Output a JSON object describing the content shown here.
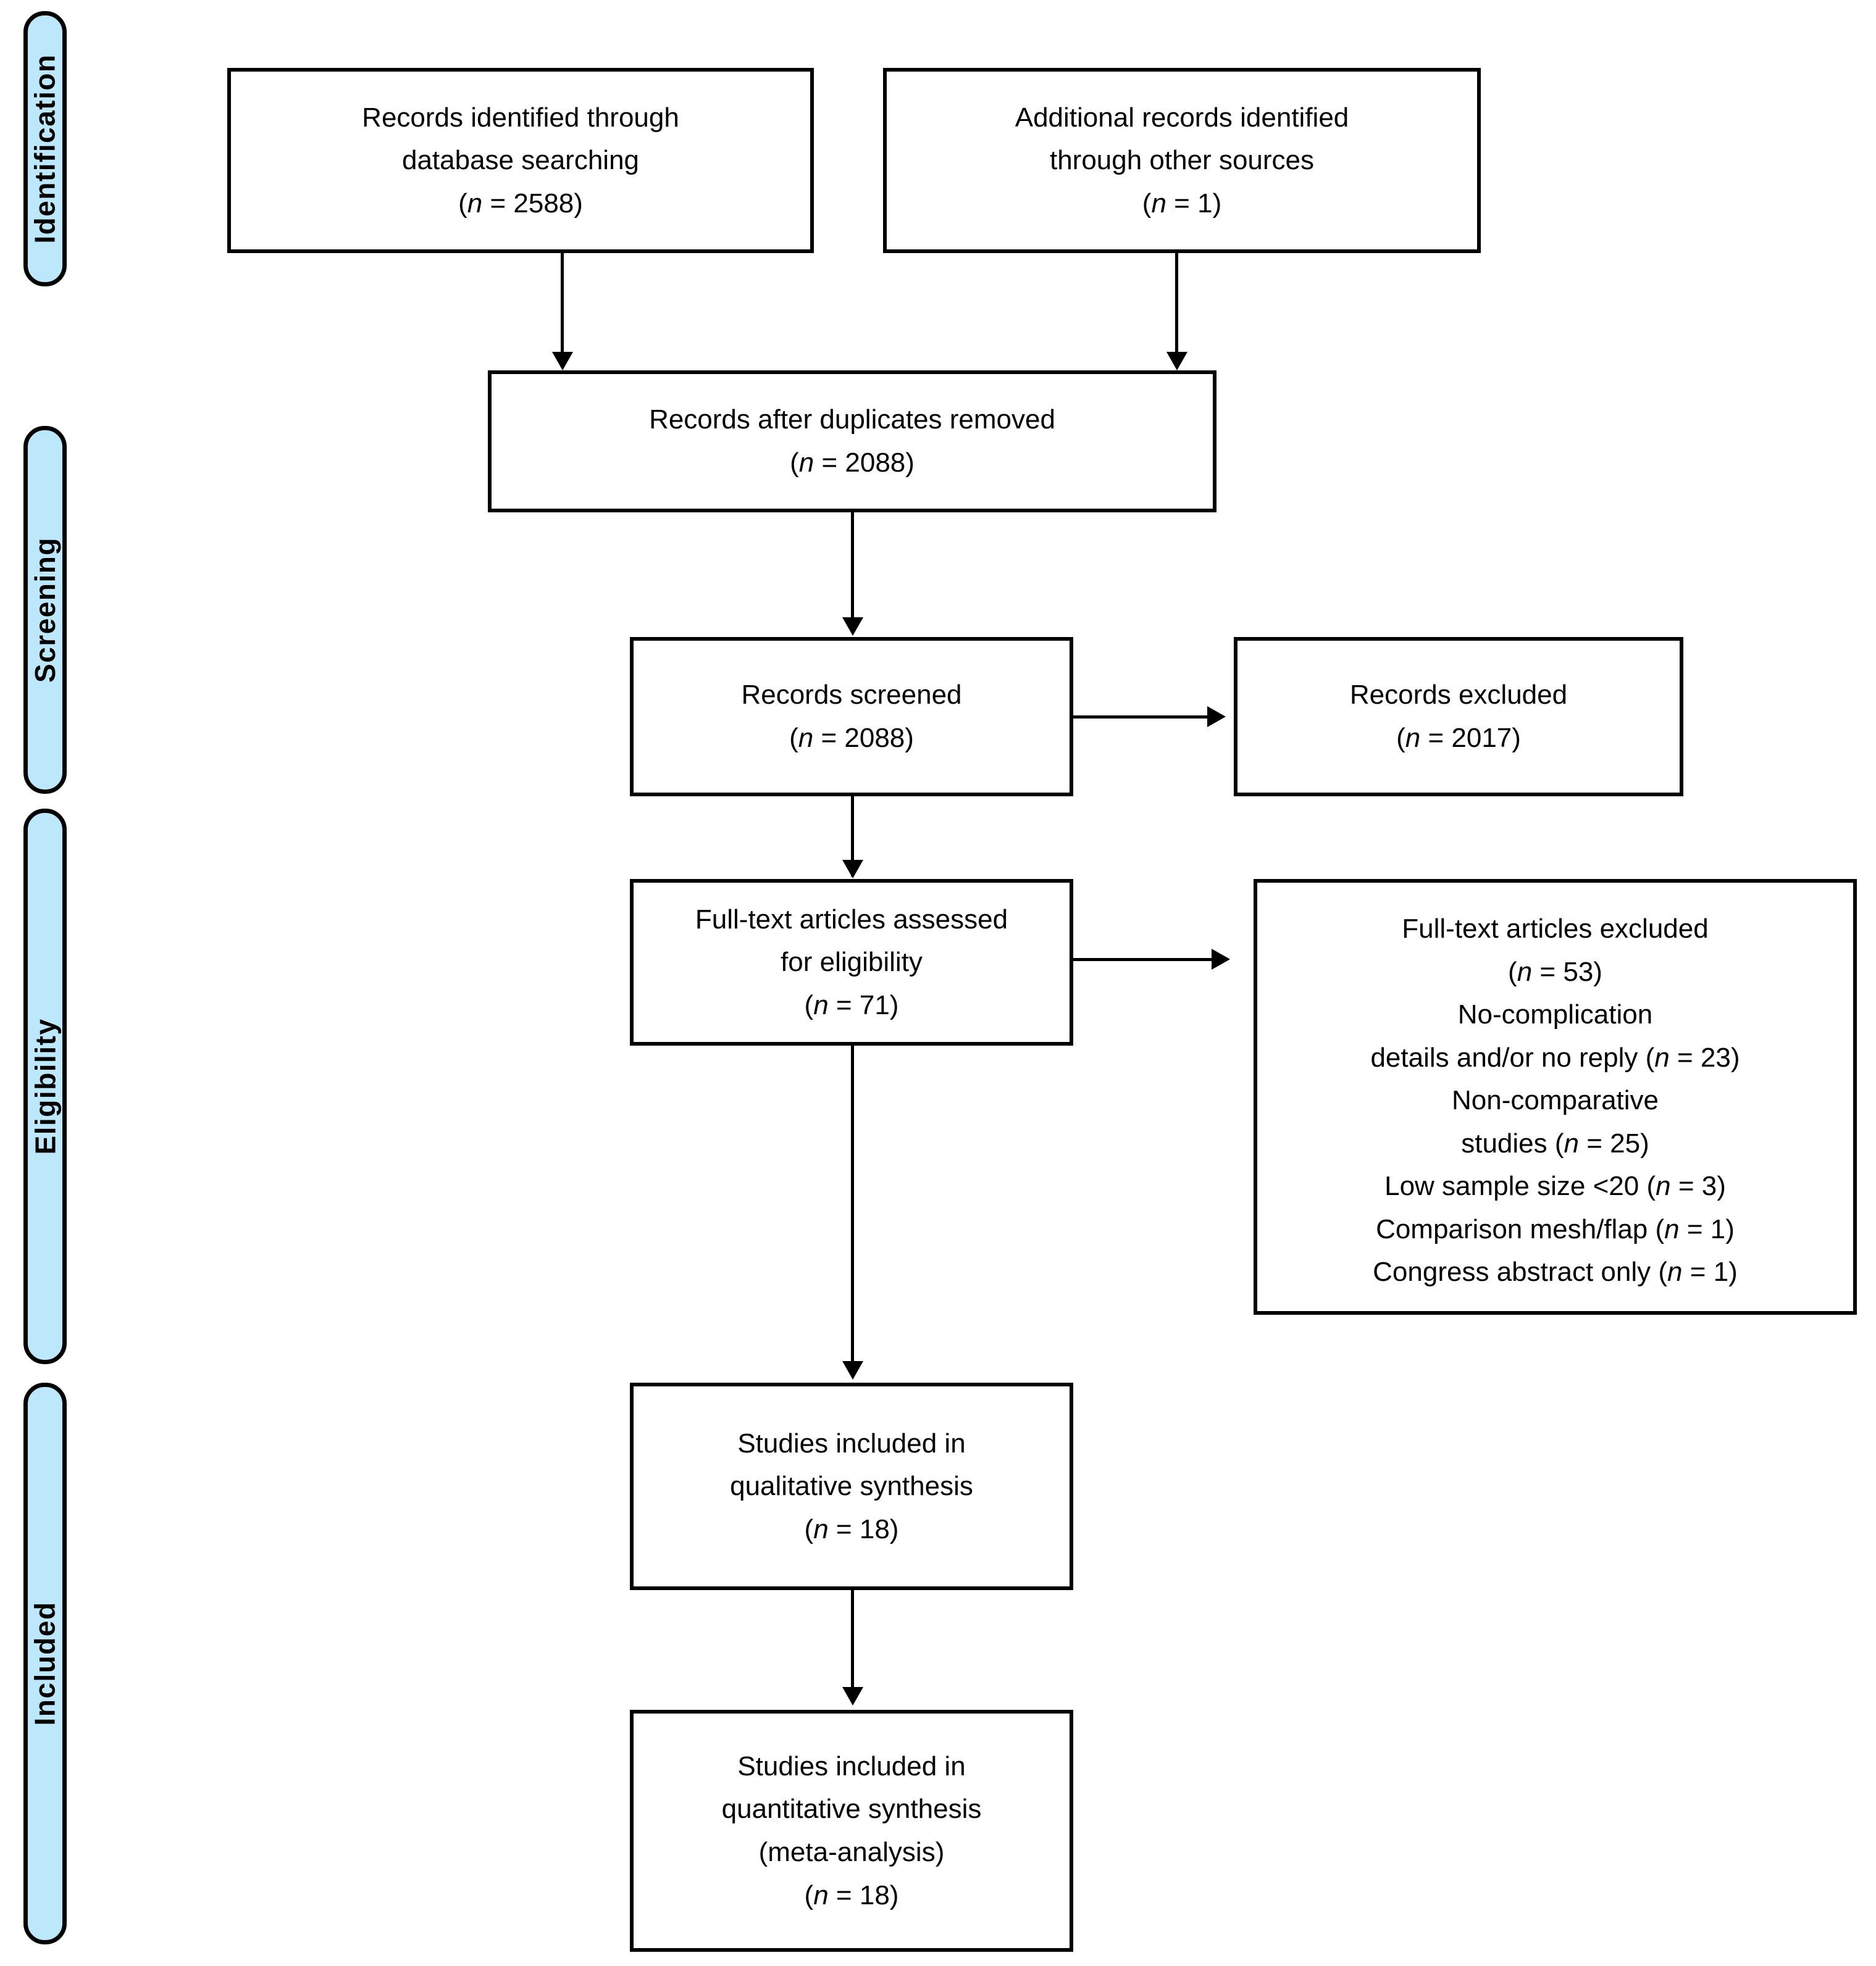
{
  "diagram": {
    "type": "prisma-flow-diagram",
    "stages": [
      {
        "id": "identification",
        "label": "Identification"
      },
      {
        "id": "screening",
        "label": "Screening"
      },
      {
        "id": "eligibility",
        "label": "Eligibility"
      },
      {
        "id": "included",
        "label": "Included"
      }
    ],
    "boxes": {
      "database_search": {
        "lines": [
          "Records identified through",
          "database searching"
        ],
        "count_prefix": "(",
        "count_var": "n",
        "count_eq": " = ",
        "count_value": "2588",
        "count_suffix": ")"
      },
      "other_sources": {
        "lines": [
          "Additional records identified",
          "through other sources"
        ],
        "count_prefix": "(",
        "count_var": "n",
        "count_eq": " = ",
        "count_value": "1",
        "count_suffix": ")"
      },
      "duplicates_removed": {
        "lines": [
          "Records after duplicates removed"
        ],
        "count_prefix": "(",
        "count_var": "n",
        "count_eq": " = ",
        "count_value": "2088",
        "count_suffix": ")"
      },
      "records_screened": {
        "lines": [
          "Records screened"
        ],
        "count_prefix": "(",
        "count_var": "n",
        "count_eq": " = ",
        "count_value": "2088",
        "count_suffix": ")"
      },
      "records_excluded": {
        "lines": [
          "Records excluded"
        ],
        "count_prefix": "(",
        "count_var": "n",
        "count_eq": " = ",
        "count_value": "2017",
        "count_suffix": ")"
      },
      "fulltext_assessed": {
        "lines": [
          "Full-text articles assessed",
          "for eligibility"
        ],
        "count_prefix": "(",
        "count_var": "n",
        "count_eq": " = ",
        "count_value": "71",
        "count_suffix": ")"
      },
      "fulltext_excluded": {
        "title": "Full-text articles excluded",
        "count_prefix": "(",
        "count_var": "n",
        "count_eq": " = ",
        "count_value": "53",
        "count_suffix": ")",
        "reasons": [
          {
            "text_a": "No-complication",
            "text_b": "details and/or no reply",
            "n": "23",
            "wrapped": true
          },
          {
            "text_a": "Non-comparative",
            "text_b": "studies",
            "n": "25",
            "wrapped": true
          },
          {
            "text_a": "",
            "text_b": "Low sample size <20",
            "n": "3",
            "wrapped": false
          },
          {
            "text_a": "",
            "text_b": "Comparison mesh/flap",
            "n": "1",
            "wrapped": false
          },
          {
            "text_a": "",
            "text_b": "Congress abstract only",
            "n": "1",
            "wrapped": false
          }
        ]
      },
      "qualitative_synthesis": {
        "lines": [
          "Studies included in",
          "qualitative synthesis"
        ],
        "count_prefix": "(",
        "count_var": "n",
        "count_eq": " = ",
        "count_value": "18",
        "count_suffix": ")"
      },
      "quantitative_synthesis": {
        "lines": [
          "Studies included in",
          "quantitative synthesis",
          "(meta-analysis)"
        ],
        "count_prefix": "(",
        "count_var": "n",
        "count_eq": " = ",
        "count_value": "18",
        "count_suffix": ")"
      }
    },
    "colors": {
      "stage_fill": "#BDE8FC",
      "stroke": "#000000",
      "box_fill": "#FFFFFF"
    }
  }
}
